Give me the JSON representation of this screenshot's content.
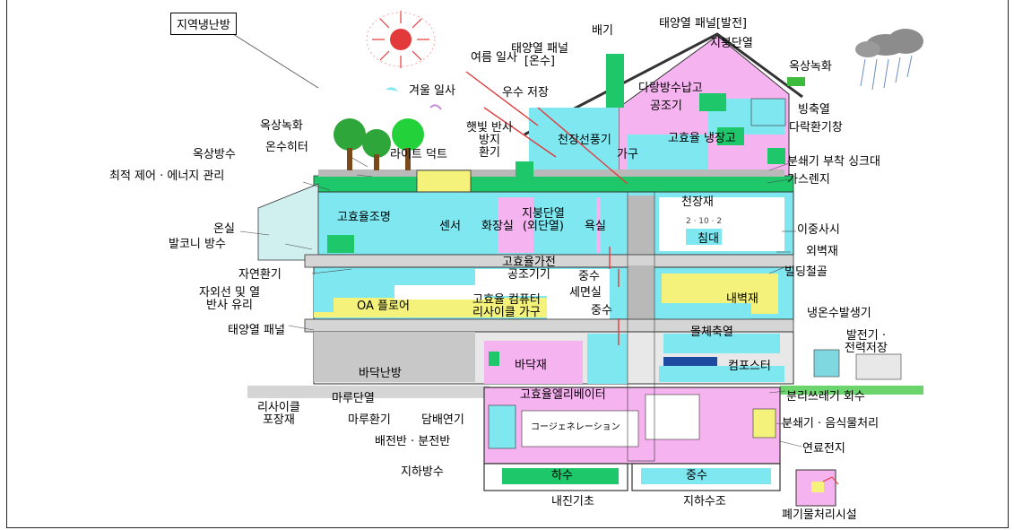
{
  "title": "지역냉난방",
  "labels": {
    "summer_sun": "여름 일사",
    "winter_sun": "겨울 일사",
    "solar_hot_water": "태양열 패널\n[온수]",
    "rainwater_storage": "우수 저장",
    "exhaust": "배기",
    "solar_power": "태양열 패널[발전]",
    "roof_insulation_top": "지붕단열",
    "rooftop_greening_right": "옥상녹화",
    "multi_level_storage": "다랑방수납고",
    "air_conditioner": "공조기",
    "ice_storage": "빙축열",
    "multistage_window": "다락환기창",
    "high_eff_fridge": "고효율 냉장고",
    "ceiling_fan": "천장선풍기",
    "furniture": "가구",
    "disposer_sink": "분쇄기 부착 싱크대",
    "gas_range": "가스렌지",
    "rooftop_greening_left": "옥상녹화",
    "hot_water_heater": "온수히터",
    "rooftop_waterproof": "옥상방수",
    "optimal_control": "최적 제어 · 에너지 관리",
    "light_duct": "라이트 덕트",
    "sunlight_reflection": "햇빛 반사\n방지\n환기",
    "ceiling_material": "천장재",
    "double_sash": "이중사시",
    "bed": "침대",
    "exterior_wall": "외벽재",
    "building_steel": "빌딩철골",
    "greenhouse": "온실",
    "balcony_waterproof": "발코니 방수",
    "high_eff_lighting": "고효율조명",
    "sensor": "센서",
    "toilet": "화장실",
    "roof_insulation_mid": "지붕단열\n(외단열)",
    "bathroom": "욕실",
    "natural_ventilation": "자연환기",
    "high_eff_appliances": "고효율가전\n공조기기",
    "middle_water_upper": "중수",
    "washroom": "세면실",
    "uv_glass": "자외선 및 열\n반사 유리",
    "oa_floor": "OA 플로어",
    "high_eff_computer": "고효율 컴퓨터\n리사이클 가구",
    "middle_water_mid": "중수",
    "interior_wall": "내벽재",
    "cold_hot_water_gen": "냉온수발생기",
    "solar_panel": "태양열 패널",
    "thermal_storage": "몰체축열",
    "generator_storage": "발전기 ·\n전력저장",
    "floor_heating": "바닥난방",
    "floor_material": "바닥재",
    "compost": "컴포스터",
    "recycle_paving": "리사이클\n포장재",
    "floor_insulation": "마루단열",
    "floor_ventilation": "마루환기",
    "smoke_exhaust": "담배연기",
    "high_eff_elevator": "고효율엘리베이터",
    "separate_waste": "분리쓰레기 회수",
    "distribution_panel": "배전반 · 분전반",
    "cogeneration": "コージェネレーション",
    "food_waste": "분쇄기 · 음식물처리",
    "fuel_cell": "연료전지",
    "basement_waterproof": "지하방수",
    "sewage": "하수",
    "middle_water_low": "중수",
    "seismic_foundation": "내진기초",
    "underground_tank": "지하수조",
    "waste_facility": "폐기물처리시설",
    "wall_sign": "2 · 10 · 2"
  },
  "colors": {
    "cyan": "#7fe7f0",
    "pink": "#f5b3ef",
    "green": "#1ec76a",
    "yellow": "#f4f27a",
    "gray": "#b9b9b9",
    "red": "#e23a3a"
  }
}
